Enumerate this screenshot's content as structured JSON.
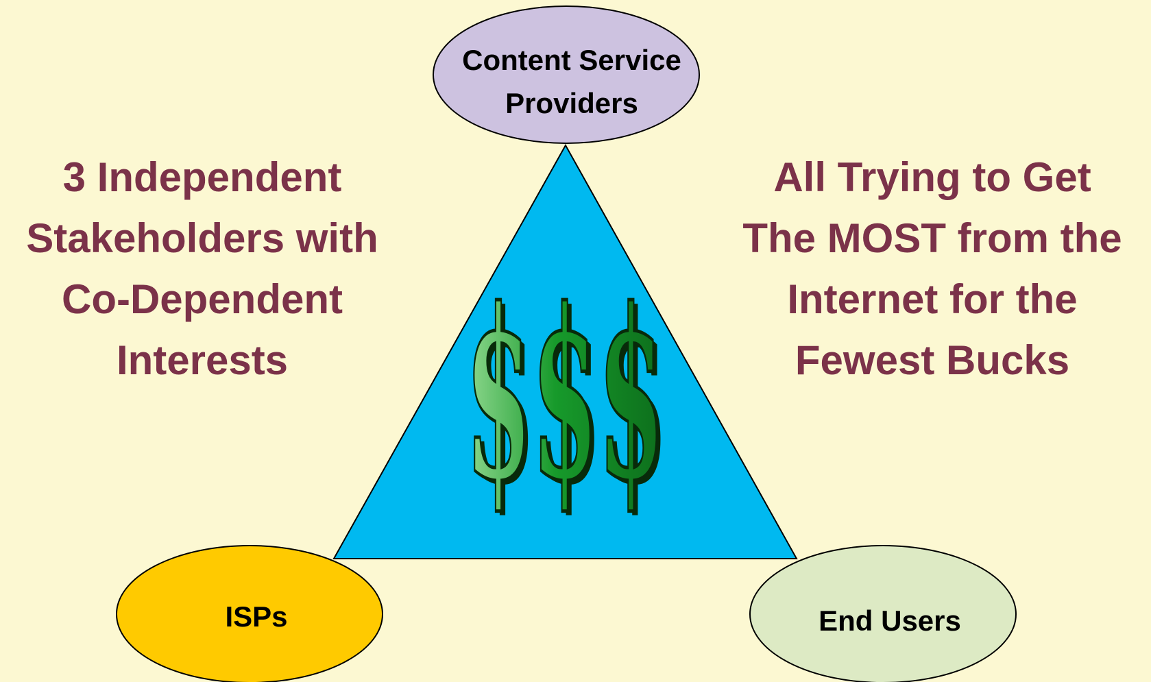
{
  "colors": {
    "background": "#fcf8d2",
    "triangle": "#00b9f0",
    "content_node": "#cdc2e0",
    "isp_node": "#ffca00",
    "end_user_node": "#ddeac4",
    "side_text": "#7b3249",
    "dollar_fill": "#179a2b",
    "dollar_highlight": "#8fd88f",
    "dollar_outline": "#082a0a"
  },
  "nodes": {
    "content": {
      "lines": [
        "Content  Service",
        "Providers"
      ]
    },
    "isps": {
      "label": "ISPs"
    },
    "end_users": {
      "label": "End Users"
    }
  },
  "center": {
    "symbol": "$$$",
    "icon": "dollar-signs-icon"
  },
  "left_text": {
    "lines": [
      "3 Independent",
      "Stakeholders with",
      "Co-Dependent",
      "Interests"
    ]
  },
  "right_text": {
    "lines": [
      "All Trying to Get",
      "The MOST from the",
      "Internet for the",
      "Fewest Bucks"
    ]
  }
}
